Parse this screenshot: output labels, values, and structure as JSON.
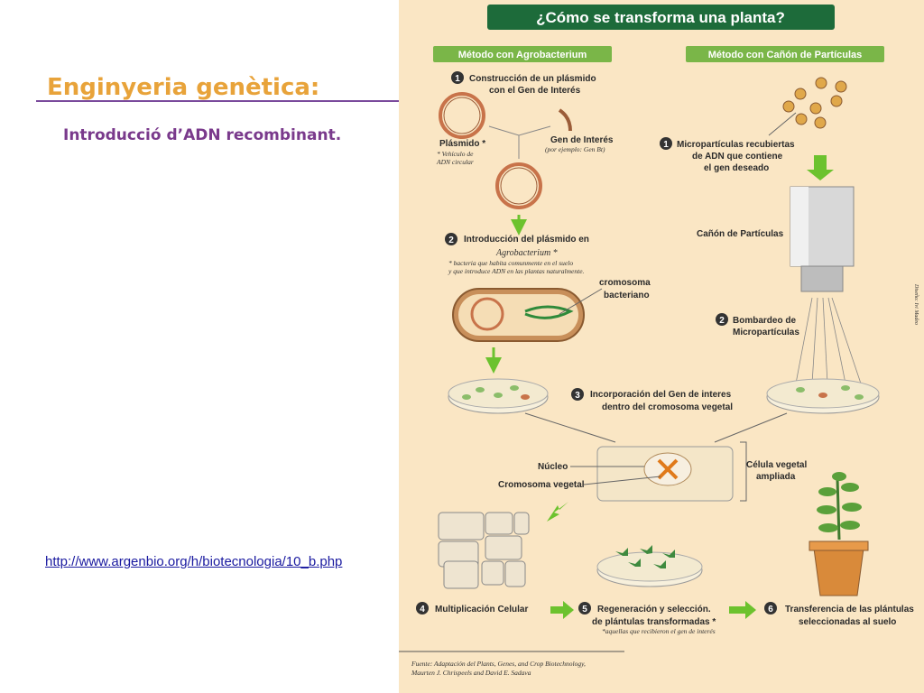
{
  "slide": {
    "title": "Enginyeria genètica:",
    "subtitle": "Introducció d’ADN recombinant.",
    "link": "http://www.argenbio.org/h/biotecnologia/10_b.php"
  },
  "figure": {
    "header": "¿Cómo se transforma una planta?",
    "method_agro": "Método con Agrobacterium",
    "method_cannon": "Método con Cañón de Partículas",
    "step1a_line1": "Construcción de un plásmido",
    "step1a_line2": "con el Gen de Interés",
    "plasmid_label": "Plásmido *",
    "plasmid_note1": "* Vehículo de",
    "plasmid_note2": "ADN circular",
    "gene_label": "Gen de Interés",
    "gene_example": "(por ejemplo: Gen Bt)",
    "step2a_line1": "Introducción del plásmido en",
    "step2a_line2": "Agrobacterium *",
    "step2a_note1": "* bacteria que habita comunmente en el suelo",
    "step2a_note2": "y que introduce ADN en las plantas naturalmente.",
    "chromosome_label1": "cromosoma",
    "chromosome_label2": "bacteriano",
    "step1b_line1": "Micropartículas recubiertas",
    "step1b_line2": "de ADN que contiene",
    "step1b_line3": "el gen deseado",
    "cannon_label": "Cañón de Partículas",
    "step2b_line1": "Bombardeo de",
    "step2b_line2": "Micropartículas",
    "credit": "Diseño: Ivi Madeo",
    "step3_line1": "Incorporación del Gen de interes",
    "step3_line2": "dentro del cromosoma vegetal",
    "nucleus_label": "Núcleo",
    "plant_chromosome_label": "Cromosoma vegetal",
    "cell_label1": "Célula vegetal",
    "cell_label2": "ampliada",
    "step4": "Multiplicación Celular",
    "step5_line1": "Regeneración y selección.",
    "step5_line2": "de plántulas transformadas *",
    "step5_note": "*aquellas que recibieron el gen de interés",
    "step6_line1": "Transferencia de las plántulas",
    "step6_line2": "seleccionadas al suelo",
    "source_line1": "Fuente: Adaptación del Plants, Genes, and Crop Biotechnology,",
    "source_line2": "Maurten J. Chrispeels and David E. Sadava",
    "num1": "1",
    "num2": "2",
    "num3": "3",
    "num4": "4",
    "num5": "5",
    "num6": "6"
  },
  "colors": {
    "title": "#e8a33a",
    "rule": "#7a4a9c",
    "subtitle": "#7a3a8c",
    "link": "#1a1aa0",
    "figure_bg": "#fae6c4",
    "header_bg": "#1d6b3a",
    "method_bg": "#7ab648",
    "arrow_green": "#6cc22e"
  }
}
